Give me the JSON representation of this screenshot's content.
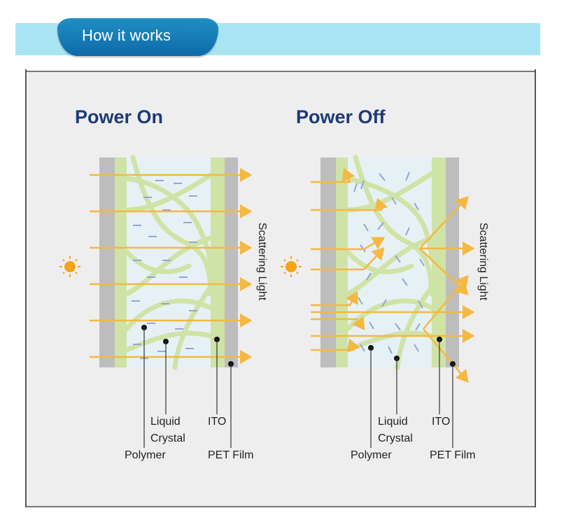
{
  "header": {
    "title": "How it works"
  },
  "panels": {
    "on": {
      "title": "Power On",
      "side_label": "Scattering Light",
      "labels": {
        "liquid_line1": "Liquid",
        "liquid_line2": "Crystal",
        "polymer": "Polymer",
        "ito": "ITO",
        "pet": "PET Film"
      }
    },
    "off": {
      "title": "Power Off",
      "side_label": "Scattering Light",
      "labels": {
        "liquid_line1": "Liquid",
        "liquid_line2": "Crystal",
        "polymer": "Polymer",
        "ito": "ITO",
        "pet": "PET Film"
      }
    }
  },
  "colors": {
    "header_band": "#a9e4f2",
    "header_tab": "#1479b8",
    "title": "#1d3a78",
    "arrow": "#f5b840",
    "polymer": "#cfe3a6",
    "pet_film": "#bdbdbd",
    "cell_bg": "#e6f1f6",
    "crystal": "#93a6d4",
    "sun": "#f7a21b"
  },
  "icons": {
    "light_source": "sun-icon"
  }
}
